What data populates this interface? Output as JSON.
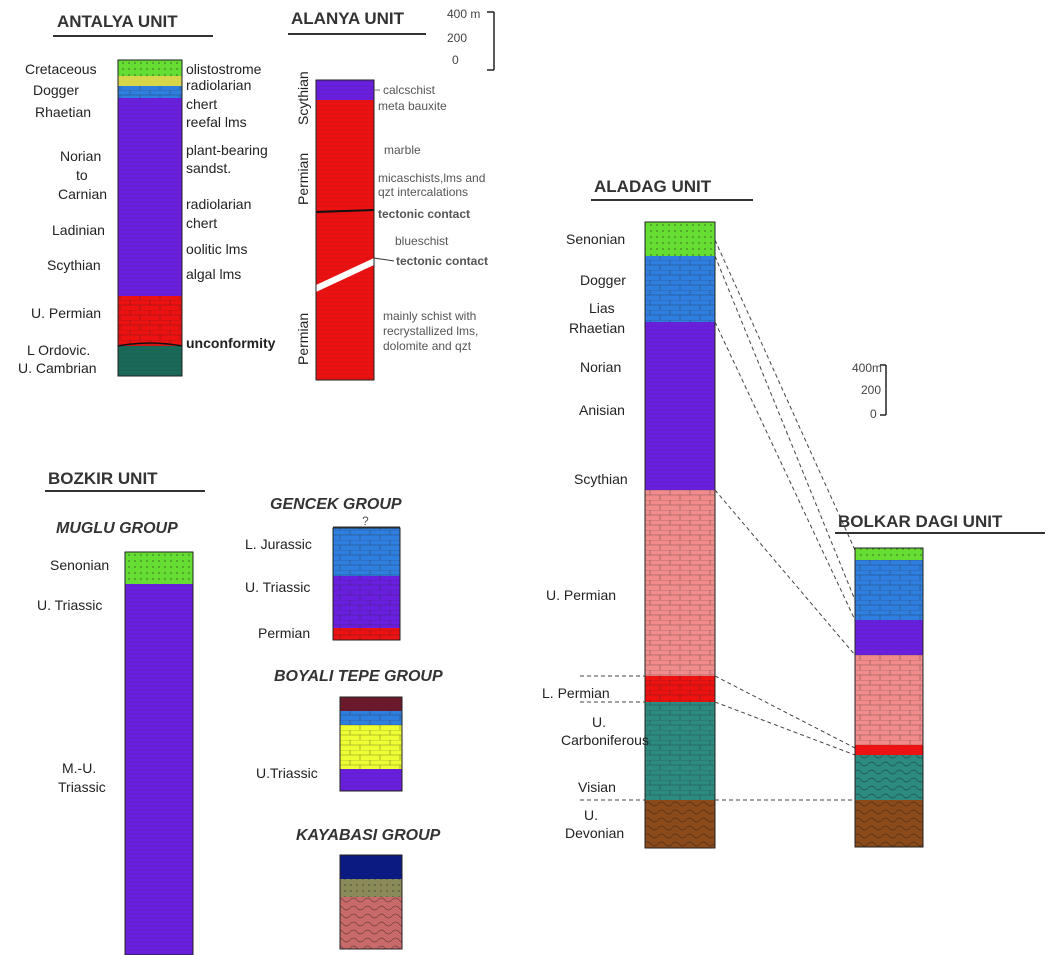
{
  "colors": {
    "cretaceous": "#66dd33",
    "jurassic": "#2f7fe0",
    "triassic": "#6a1fe0",
    "permian": "#ee1111",
    "u_permian_light": "#f28c8c",
    "carboniferous": "#2c8a80",
    "devonian": "#8b4a1a",
    "paleozoic_dark": "#1a6a5a",
    "yellow": "#eeee33",
    "maroon": "#6a1a2a",
    "navy": "#0a1a80",
    "olive": "#8a8a5a"
  },
  "units": {
    "antalya": {
      "title": "ANTALYA UNIT",
      "ages": [
        "Cretaceous",
        "Dogger",
        "Rhaetian",
        "Norian",
        "to",
        "Carnian",
        "Ladinian",
        "Scythian",
        "U. Permian",
        "L Ordovic.",
        "U. Cambrian"
      ],
      "lithologies": [
        "olistostrome",
        "radiolarian",
        "chert",
        "reefal lms",
        "plant-bearing",
        "sandst.",
        "radiolarian",
        "chert",
        "oolitic lms",
        "algal lms",
        "unconformity"
      ]
    },
    "alanya": {
      "title": "ALANYA UNIT",
      "ages": [
        "Scythian",
        "Permian",
        "Permian"
      ],
      "notes": [
        "calcschist",
        "meta bauxite",
        "marble",
        "micaschists,lms and",
        "qzt intercalations",
        "tectonic contact",
        "blueschist",
        "tectonic contact",
        "mainly schist with",
        "recrystallized lms,",
        "dolomite and qzt"
      ],
      "scale": [
        "400 m",
        "200",
        "0"
      ]
    },
    "aladag": {
      "title": "ALADAG UNIT",
      "ages": [
        "Senonian",
        "Dogger",
        "Lias",
        "Rhaetian",
        "Norian",
        "Anisian",
        "Scythian",
        "U. Permian",
        "L. Permian",
        "U.",
        "Carboniferous",
        "Visian",
        "U.",
        "Devonian"
      ],
      "scale": [
        "400m",
        "200",
        "0"
      ]
    },
    "bolkar": {
      "title": "BOLKAR DAGI UNIT"
    },
    "bozkir": {
      "title": "BOZKIR UNIT",
      "muglu": {
        "title": "MUGLU GROUP",
        "ages": [
          "Senonian",
          "U. Triassic",
          "M.-U.",
          "Triassic"
        ]
      },
      "gencek": {
        "title": "GENCEK GROUP",
        "ages": [
          "L. Jurassic",
          "U. Triassic",
          "Permian"
        ],
        "mark": "?"
      },
      "boyali": {
        "title": "BOYALI TEPE GROUP",
        "ages": [
          "U.Triassic"
        ]
      },
      "kayabasi": {
        "title": "KAYABASI GROUP"
      }
    }
  }
}
